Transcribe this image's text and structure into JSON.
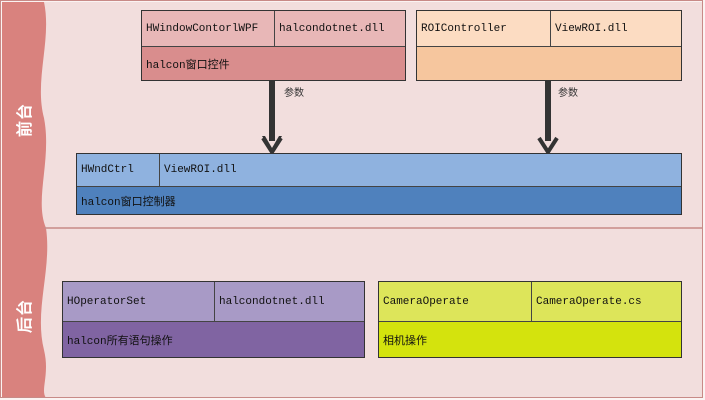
{
  "sections": {
    "front": "前台",
    "back": "后台"
  },
  "colors": {
    "band_dark": "#d9827e",
    "band_light": "#f2d9d8",
    "window_control_top": "#e8b7b7",
    "window_control_bottom": "#d98d8d",
    "roi_top": "#fcdcc2",
    "roi_bottom": "#f6c69e",
    "hwndctrl_top": "#8fb2df",
    "hwndctrl_bottom": "#4f81bd",
    "operator_top": "#a89ac6",
    "operator_bottom": "#8064a2",
    "camera_top": "#dde55a",
    "camera_bottom": "#d4e30d"
  },
  "nodes": {
    "window_control": {
      "class_name": "HWindowContorlWPF",
      "dll": "halcondotnet.dll",
      "desc": "halcon窗口控件"
    },
    "roi_controller": {
      "class_name": "ROIController",
      "dll": "ViewROI.dll",
      "desc": ""
    },
    "hwndctrl": {
      "class_name": "HWndCtrl",
      "dll": "ViewROI.dll",
      "desc": "halcon窗口控制器"
    },
    "operator_set": {
      "class_name": "HOperatorSet",
      "dll": "halcondotnet.dll",
      "desc": "halcon所有语句操作"
    },
    "camera_operate": {
      "class_name": "CameraOperate",
      "dll": "CameraOperate.cs",
      "desc": "相机操作"
    }
  },
  "edges": [
    {
      "from": "window_control",
      "to": "hwndctrl",
      "label": "参数",
      "icon": "arrow-down-icon"
    },
    {
      "from": "roi_controller",
      "to": "hwndctrl",
      "label": "参数",
      "icon": "arrow-down-icon"
    }
  ]
}
